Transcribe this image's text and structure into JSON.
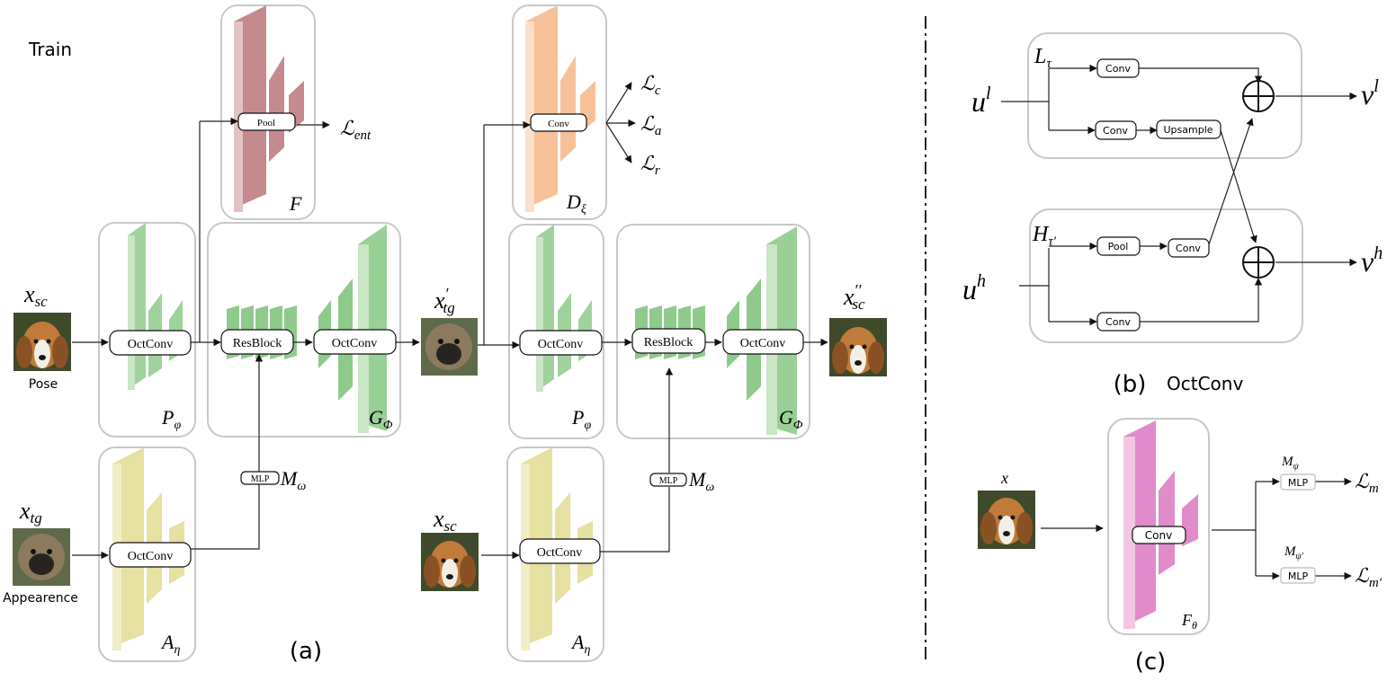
{
  "train_label": "Train",
  "panel_a": {
    "caption": "(a)",
    "pose_caption": "Pose",
    "appearance_caption": "Appearence",
    "x_sc": {
      "base": "x",
      "sub": "sc"
    },
    "x_tg": {
      "base": "x",
      "sub": "tg"
    },
    "x_tg_prime": {
      "base": "x",
      "sup": "′",
      "sub": "tg"
    },
    "x_sc_second": {
      "base": "x",
      "sup": "′′",
      "sub": "sc"
    },
    "x_sc_2": {
      "base": "x",
      "sub": "sc"
    },
    "octconv_label": "OctConv",
    "resblock_label": "ResBlock",
    "mlp_label": "MLP",
    "pool_label": "Pool",
    "conv_label": "Conv",
    "P_phi": {
      "base": "P",
      "sub": "φ"
    },
    "A_eta": {
      "base": "A",
      "sub": "η"
    },
    "G_Phi": {
      "base": "G",
      "sub": "Φ"
    },
    "M_omega": {
      "base": "M",
      "sub": "ω"
    },
    "F_label": "F",
    "D_xi": {
      "base": "D",
      "sub": "ξ"
    },
    "L_ent": {
      "base": "ℒ",
      "sub": "ent"
    },
    "L_c": {
      "base": "ℒ",
      "sub": "c"
    },
    "L_a": {
      "base": "ℒ",
      "sub": "a"
    },
    "L_r": {
      "base": "ℒ",
      "sub": "r"
    }
  },
  "panel_b": {
    "caption": "(b)",
    "title": "OctConv",
    "u_l": {
      "base": "u",
      "sup": "l"
    },
    "u_h": {
      "base": "u",
      "sup": "h"
    },
    "v_l": {
      "base": "v",
      "sup": "l"
    },
    "v_h": {
      "base": "v",
      "sup": "h"
    },
    "L_tau": {
      "base": "L",
      "sub": "τ"
    },
    "H_tau": {
      "base": "H",
      "sub": "τ′"
    },
    "conv_label": "Conv",
    "pool_label": "Pool",
    "upsample_label": "Upsample"
  },
  "panel_c": {
    "caption": "(c)",
    "x_label": "x",
    "conv_label": "Conv",
    "mlp_label": "MLP",
    "F_theta": {
      "base": "F",
      "sub": "θ"
    },
    "M_psi": {
      "base": "M",
      "sub": "ψ"
    },
    "M_psi_prime": {
      "base": "M",
      "sub": "ψ′"
    },
    "L_m": {
      "base": "ℒ",
      "sub": "m"
    },
    "L_m_prime": {
      "base": "ℒ",
      "sub": "m′"
    }
  },
  "colors": {
    "green": "#8ecb8a",
    "green_light": "#c9e6c5",
    "yellow": "#e3dd97",
    "yellow_light": "#f1edc8",
    "red": "#c58a8e",
    "red_light": "#e2c2c4",
    "orange": "#f6c199",
    "orange_light": "#fbe0cc",
    "pink": "#e08ccb",
    "pink_light": "#f2c6e6",
    "beagle_fur": "#c07a3a",
    "pug_fur": "#8d7a5c"
  }
}
